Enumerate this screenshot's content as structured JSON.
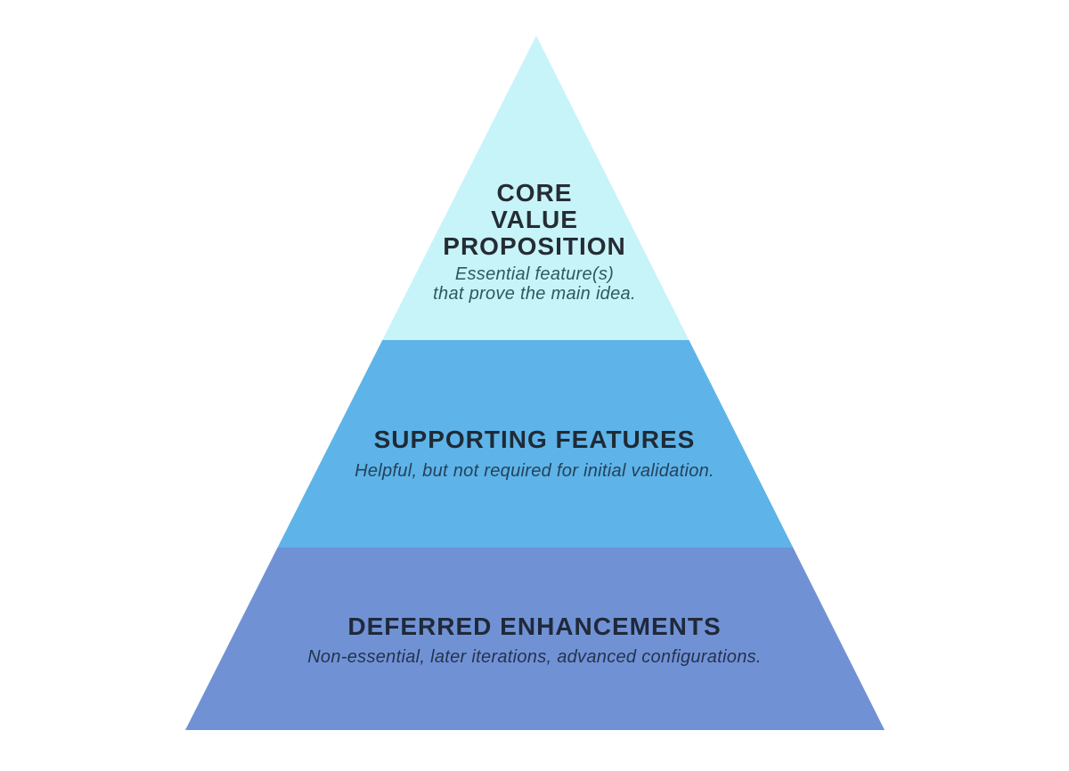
{
  "diagram": {
    "name": "feature-prioritization-pyramid",
    "background": "#ffffff",
    "tiers": [
      {
        "id": "core-value-proposition",
        "title": "CORE\nVALUE\nPROPOSITION",
        "subtitle": "Essential feature(s)\nthat prove the main idea.",
        "fill": "#c7f4f9",
        "title_color": "#262c34",
        "subtitle_color": "#2d595f"
      },
      {
        "id": "supporting-features",
        "title": "SUPPORTING FEATURES",
        "subtitle": "Helpful, but not required for initial validation.",
        "fill": "#5eb4e8",
        "title_color": "#1f2a36",
        "subtitle_color": "#24425c"
      },
      {
        "id": "deferred-enhancements",
        "title": "DEFERRED ENHANCEMENTS",
        "subtitle": "Non-essential, later iterations, advanced configurations.",
        "fill": "#7092d5",
        "title_color": "#20293a",
        "subtitle_color": "#24324e"
      }
    ]
  }
}
